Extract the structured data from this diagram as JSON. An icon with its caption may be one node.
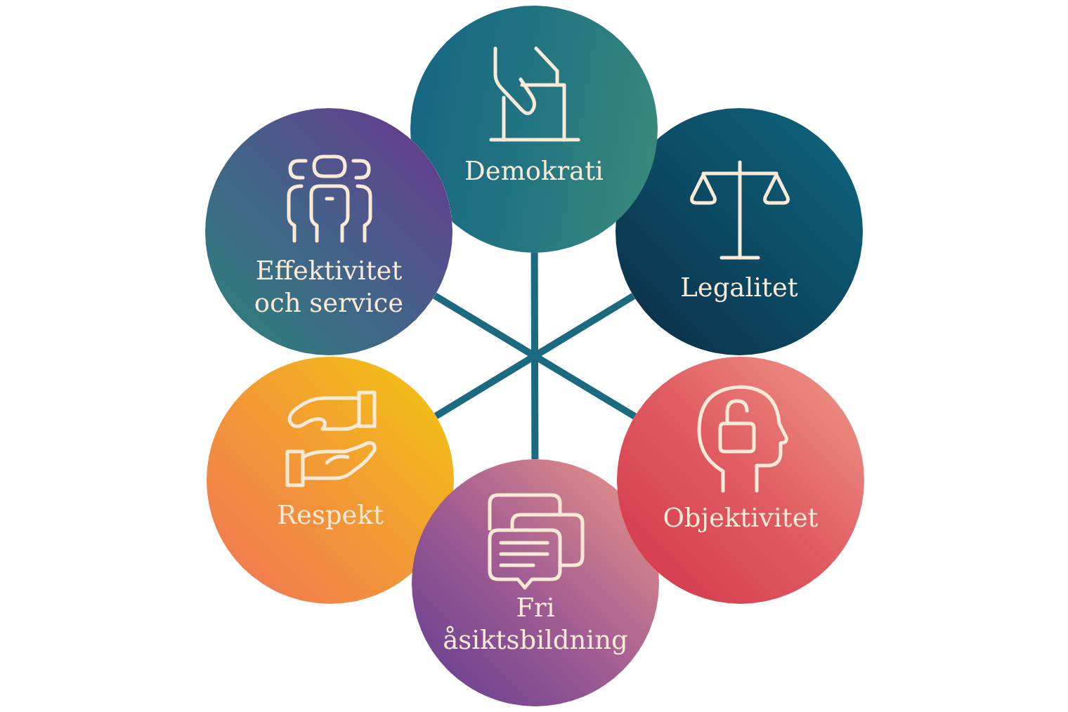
{
  "diagram": {
    "nodes": [
      {
        "text": [
          "Demokrati"
        ]
      },
      {
        "text": [
          "Effektivitet och service"
        ]
      },
      {
        "text": [
          "Legalitet"
        ]
      },
      {
        "text": [
          "Respekt"
        ]
      },
      {
        "text": [
          "Objektivitet"
        ]
      },
      {
        "text": [
          "Fri åsiktsbildning"
        ]
      }
    ],
    "edges": [
      {
        "from": 0,
        "to": 5,
        "arrow": "none"
      },
      {
        "from": 1,
        "to": 4,
        "arrow": "none"
      },
      {
        "from": 2,
        "to": 3,
        "arrow": "none"
      }
    ]
  }
}
